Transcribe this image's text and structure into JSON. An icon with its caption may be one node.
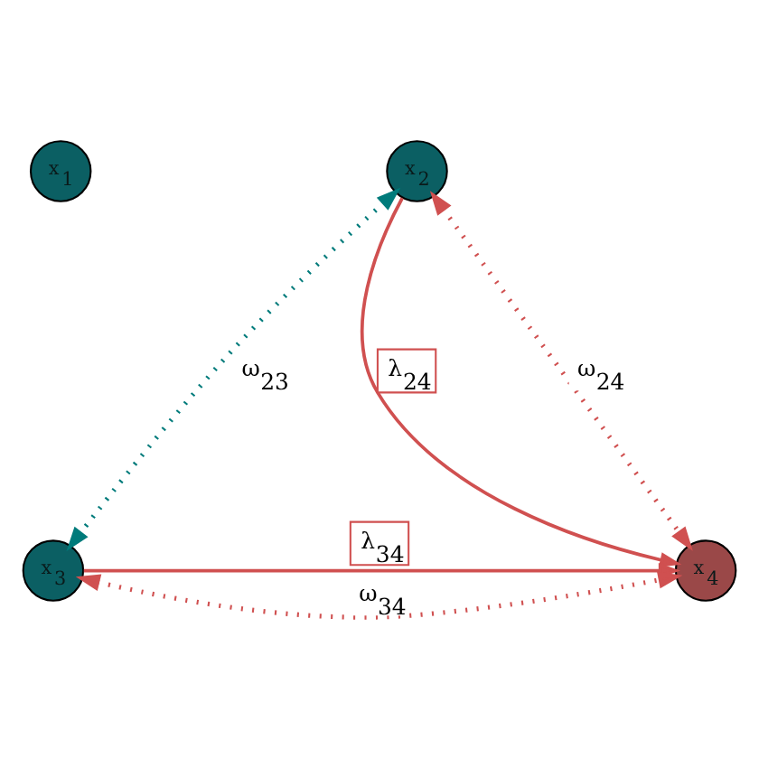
{
  "diagram": {
    "nodes": [
      {
        "text": [
          "x$_{1}$"
        ]
      },
      {
        "text": [
          "x$_{2}$"
        ]
      },
      {
        "text": [
          "x$_{3}$"
        ]
      },
      {
        "text": [
          "x$_{4}$"
        ]
      }
    ],
    "edges": [
      {
        "from": 1,
        "to": 2,
        "arrow": "both",
        "label": "ω$_{23}$",
        "style": "dashed",
        "color": "#007b7b"
      },
      {
        "from": 1,
        "to": 3,
        "arrow": "to",
        "label": "λ$_{24}$"
      },
      {
        "from": 1,
        "to": 3,
        "arrow": "both",
        "label": "ω$_{24}$",
        "style": "dashed"
      },
      {
        "from": 2,
        "to": 3,
        "arrow": "to",
        "label": "λ$_{34}$"
      },
      {
        "from": 2,
        "to": 3,
        "arrow": "both",
        "label": "ω$_{34}$",
        "style": "dashed"
      }
    ]
  }
}
